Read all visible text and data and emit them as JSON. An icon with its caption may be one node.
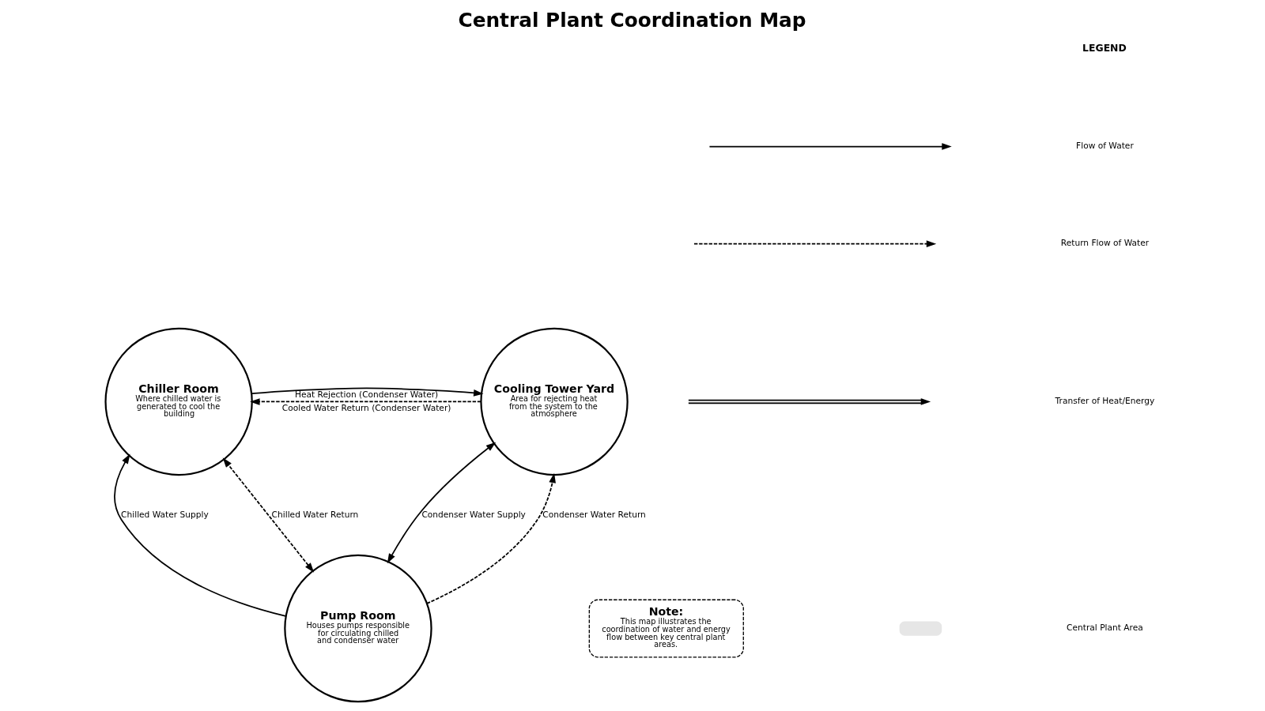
{
  "diagram": {
    "title": "Central Plant Coordination Map",
    "nodes": [
      {
        "text": [
          "Chiller Room",
          "Where chilled water is generated to cool the building"
        ]
      },
      {
        "text": [
          "Cooling Tower Yard",
          "Area for rejecting heat from the system to the atmosphere"
        ]
      },
      {
        "text": [
          "Pump Room",
          "Houses pumps responsible for circulating chilled and condenser water"
        ]
      },
      {
        "text": [
          "Note:",
          "This map illustrates the coordination of water and energy flow between key central plant areas."
        ]
      }
    ],
    "edges": [
      {
        "from": 0,
        "to": 1,
        "arrow": "to",
        "label": "Heat Rejection (Condenser Water)"
      },
      {
        "from": 1,
        "to": 0,
        "arrow": "to",
        "label": "Cooled Water Return (Condenser Water)",
        "style": "dashed"
      },
      {
        "from": 2,
        "to": 0,
        "arrow": "to",
        "label": "Chilled Water Supply"
      },
      {
        "from": 2,
        "to": 0,
        "arrow": "both",
        "label": "Chilled Water Return",
        "style": "dashed"
      },
      {
        "from": 2,
        "to": 1,
        "arrow": "both",
        "label": "Condenser Water Supply"
      },
      {
        "from": 2,
        "to": 1,
        "arrow": "to",
        "label": "Condenser Water Return",
        "style": "dashed"
      }
    ],
    "labels": [
      "LEGEND"
    ],
    "legend": [
      {
        "text": "Flow of Water"
      },
      {
        "text": "Return Flow of Water"
      },
      {
        "text": "Transfer of Heat/Energy"
      },
      {
        "text": "Central Plant Area",
        "color": "#e6e6e6"
      }
    ]
  }
}
